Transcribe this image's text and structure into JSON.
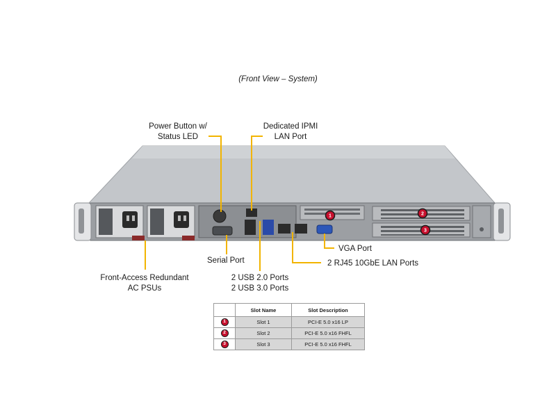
{
  "caption": "(Front View – System)",
  "callouts": {
    "power_button": [
      "Power Button w/",
      "Status LED"
    ],
    "ipmi": [
      "Dedicated IPMI",
      "LAN Port"
    ],
    "serial": "Serial Port",
    "psu": [
      "Front-Access Redundant",
      "AC PSUs"
    ],
    "usb": [
      "2 USB 2.0 Ports",
      "2 USB 3.0 Ports"
    ],
    "vga": "VGA Port",
    "lan": "2 RJ45 10GbE LAN Ports"
  },
  "slot_table": {
    "headers": [
      "",
      "Slot Name",
      "Slot Description"
    ],
    "rows": [
      {
        "badge": "1",
        "name": "Slot 1",
        "desc": "PCI-E 5.0 x16 LP"
      },
      {
        "badge": "2",
        "name": "Slot 2",
        "desc": "PCI-E 5.0 x16 FHFL"
      },
      {
        "badge": "3",
        "name": "Slot 3",
        "desc": "PCI-E 5.0 x16 FHFL"
      }
    ]
  },
  "slot_markers": [
    "1",
    "2",
    "3"
  ],
  "colors": {
    "callout_line": "#f2b400",
    "badge_fill": "#c8102e",
    "chassis_top": "#bfc2c6",
    "chassis_front": "#9b9ea2"
  }
}
